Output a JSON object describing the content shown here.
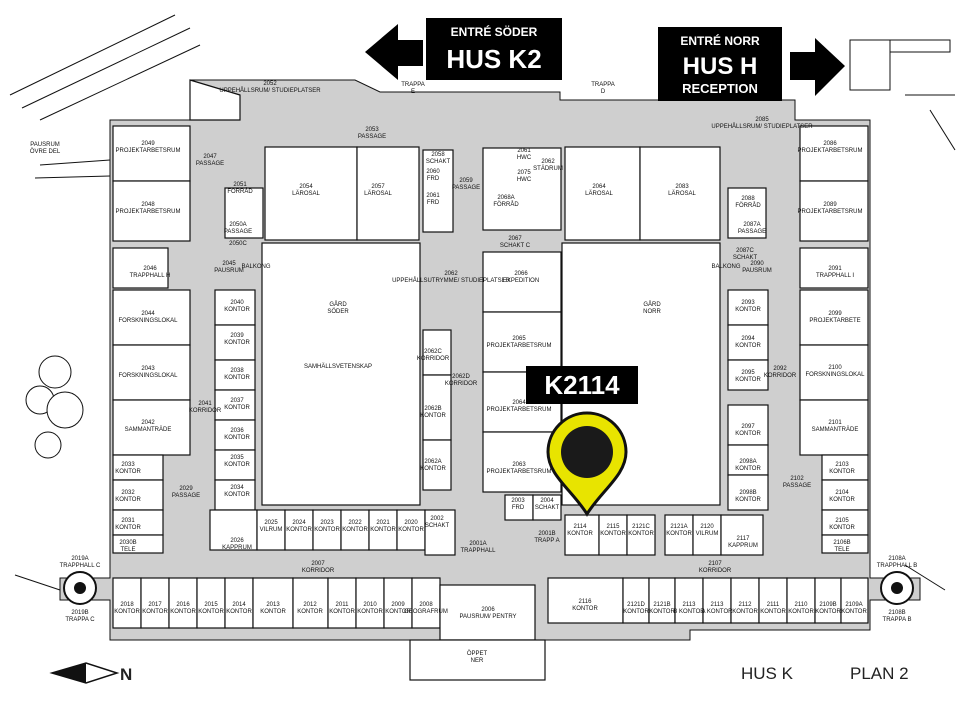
{
  "signs": {
    "south": {
      "line1": "ENTRÉ SÖDER",
      "line2": "HUS K2"
    },
    "north": {
      "line1": "ENTRÉ NORR",
      "line2": "HUS H",
      "line3": "RECEPTION"
    },
    "target": "K2114"
  },
  "footer": {
    "north_label": "N",
    "building": "HUS K",
    "floor": "PLAN 2"
  },
  "colors": {
    "corridor": "#cfcfcf",
    "sign_bg": "#000000",
    "marker_ring": "#e8e400",
    "marker_core": "#1a1a1a"
  },
  "icons": {
    "south_arrow": "arrow-left-icon",
    "north_arrow": "arrow-right-icon",
    "marker": "map-pin-icon",
    "compass": "north-arrow-icon"
  },
  "rooms": [
    {
      "label": "2052 UPPEHÅLLSRUM/ STUDIEPLATSER"
    },
    {
      "label": "TRAPPA E"
    },
    {
      "label": "TRAPPA D"
    },
    {
      "label": "2085 UPPEHÅLLSRUM/ STUDIEPLATSER"
    },
    {
      "label": "2053 PASSAGE"
    },
    {
      "label": "PAUSRUM ÖVRE DEL"
    },
    {
      "label": "2049 PROJEKTARBETSRUM"
    },
    {
      "label": "2048 PROJEKTARBETSRUM"
    },
    {
      "label": "2047 PASSAGE"
    },
    {
      "label": "2051 FÖRRÅD"
    },
    {
      "label": "2050A PASSAGE"
    },
    {
      "label": "2050C"
    },
    {
      "label": "2054 LÄROSAL"
    },
    {
      "label": "2057 LÄROSAL"
    },
    {
      "label": "2058 SCHAKT"
    },
    {
      "label": "2060 FRD"
    },
    {
      "label": "2061 FRD"
    },
    {
      "label": "2059 PASSAGE"
    },
    {
      "label": "2061 HWC"
    },
    {
      "label": "2062 STÄDRUM"
    },
    {
      "label": "2075 HWC"
    },
    {
      "label": "2068A FÖRRÅD"
    },
    {
      "label": "2067 SCHAKT C"
    },
    {
      "label": "2064 LÄROSAL"
    },
    {
      "label": "2083 LÄROSAL"
    },
    {
      "label": "2086 PROJEKTARBETSRUM"
    },
    {
      "label": "2089 PROJEKTARBETSRUM"
    },
    {
      "label": "2088 FÖRRÅD"
    },
    {
      "label": "2087A PASSAGE"
    },
    {
      "label": "2087C SCHAKT"
    },
    {
      "label": "2046 TRAPPHALL H"
    },
    {
      "label": "2045 PAUSRUM"
    },
    {
      "label": "BALKONG"
    },
    {
      "label": "GÅRD SÖDER"
    },
    {
      "label": "SAMHÄLLSVETENSKAP"
    },
    {
      "label": "2062 UPPEHÅLLSUTRYMME/ STUDIEPLATSER"
    },
    {
      "label": "2066 EXPEDITION"
    },
    {
      "label": "GÅRD NORR"
    },
    {
      "label": "BALKONG"
    },
    {
      "label": "2090 PAUSRUM"
    },
    {
      "label": "2091 TRAPPHALL I"
    },
    {
      "label": "2044 FORSKNINGSLOKAL"
    },
    {
      "label": "2043 FORSKNINGSLOKAL"
    },
    {
      "label": "2042 SAMMANTRÄDE"
    },
    {
      "label": "2040 KONTOR"
    },
    {
      "label": "2039 KONTOR"
    },
    {
      "label": "2038 KONTOR"
    },
    {
      "label": "2037 KONTOR"
    },
    {
      "label": "2036 KONTOR"
    },
    {
      "label": "2035 KONTOR"
    },
    {
      "label": "2034 KONTOR"
    },
    {
      "label": "2041 KORRIDOR"
    },
    {
      "label": "2062C KORRIDOR"
    },
    {
      "label": "2062D KORRIDOR"
    },
    {
      "label": "2062B KONTOR"
    },
    {
      "label": "2062A KONTOR"
    },
    {
      "label": "2065 PROJEKTARBETSRUM"
    },
    {
      "label": "2064 PROJEKTARBETSRUM"
    },
    {
      "label": "2063 PROJEKTARBETSRUM"
    },
    {
      "label": "2093 KONTOR"
    },
    {
      "label": "2094 KONTOR"
    },
    {
      "label": "2095 KONTOR"
    },
    {
      "label": "2097 KONTOR"
    },
    {
      "label": "2098A KONTOR"
    },
    {
      "label": "2098B KONTOR"
    },
    {
      "label": "2092 KORRIDOR"
    },
    {
      "label": "2099 PROJEKTARBETE"
    },
    {
      "label": "2100 FORSKNINGSLOKAL"
    },
    {
      "label": "2101 SAMMANTRÄDE"
    },
    {
      "label": "2033 KONTOR"
    },
    {
      "label": "2032 KONTOR"
    },
    {
      "label": "2031 KONTOR"
    },
    {
      "label": "2030B TELE"
    },
    {
      "label": "2029 PASSAGE"
    },
    {
      "label": "2102 PASSAGE"
    },
    {
      "label": "2103 KONTOR"
    },
    {
      "label": "2104 KONTOR"
    },
    {
      "label": "2105 KONTOR"
    },
    {
      "label": "2106B TELE"
    },
    {
      "label": "2026 KAPPRUM"
    },
    {
      "label": "2025 VILRUM"
    },
    {
      "label": "2024 KONTOR"
    },
    {
      "label": "2023 KONTOR"
    },
    {
      "label": "2022 KONTOR"
    },
    {
      "label": "2021 KONTOR"
    },
    {
      "label": "2020 KONTOR"
    },
    {
      "label": "2002 SCHAKT"
    },
    {
      "label": "2001A TRAPPHALL"
    },
    {
      "label": "2003 FRD"
    },
    {
      "label": "2004 SCHAKT"
    },
    {
      "label": "2001B TRAPP A"
    },
    {
      "label": "2114 KONTOR"
    },
    {
      "label": "2115 KONTOR"
    },
    {
      "label": "2121C KONTOR"
    },
    {
      "label": "2121A KONTOR"
    },
    {
      "label": "2120 VILRUM"
    },
    {
      "label": "2117 KAPPRUM"
    },
    {
      "label": "2007 KORRIDOR"
    },
    {
      "label": "2107 KORRIDOR"
    },
    {
      "label": "2019A TRAPPHALL C"
    },
    {
      "label": "2019B TRAPPA C"
    },
    {
      "label": "2108A TRAPPHALL B"
    },
    {
      "label": "2108B TRAPPA B"
    },
    {
      "label": "2018 KONTOR"
    },
    {
      "label": "2017 KONTOR"
    },
    {
      "label": "2016 KONTOR"
    },
    {
      "label": "2015 KONTOR"
    },
    {
      "label": "2014 KONTOR"
    },
    {
      "label": "2013 KONTOR"
    },
    {
      "label": "2012 KONTOR"
    },
    {
      "label": "2011 KONTOR"
    },
    {
      "label": "2010 KONTOR"
    },
    {
      "label": "2009 KONTOR"
    },
    {
      "label": "2008 GEOGRAFRUM"
    },
    {
      "label": "2006 PAUSRUM/ PENTRY"
    },
    {
      "label": "ÖPPET NER"
    },
    {
      "label": "2116 KONTOR"
    },
    {
      "label": "2121D KONTOR"
    },
    {
      "label": "2121B KONTOR"
    },
    {
      "label": "2113 B KONTOR"
    },
    {
      "label": "2113 A KONTOR"
    },
    {
      "label": "2112 KONTOR"
    },
    {
      "label": "2111 KONTOR"
    },
    {
      "label": "2110 KONTOR"
    },
    {
      "label": "2109B KONTOR"
    },
    {
      "label": "2109A KONTOR"
    }
  ]
}
